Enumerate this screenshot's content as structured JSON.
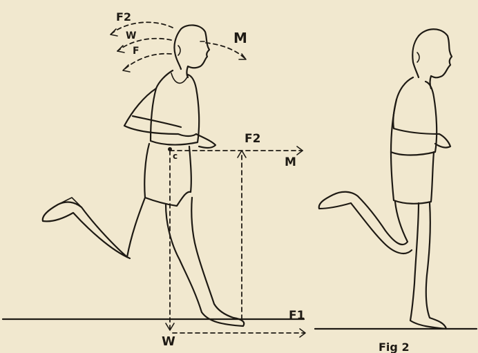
{
  "labels": {
    "head_f2": "F2",
    "head_w": "W",
    "head_f": "F",
    "head_m": "M",
    "center_c": "c",
    "force_f2": "F2",
    "force_m": "M",
    "force_w": "W",
    "force_f1": "F1",
    "fig_caption": "Fig 2"
  }
}
